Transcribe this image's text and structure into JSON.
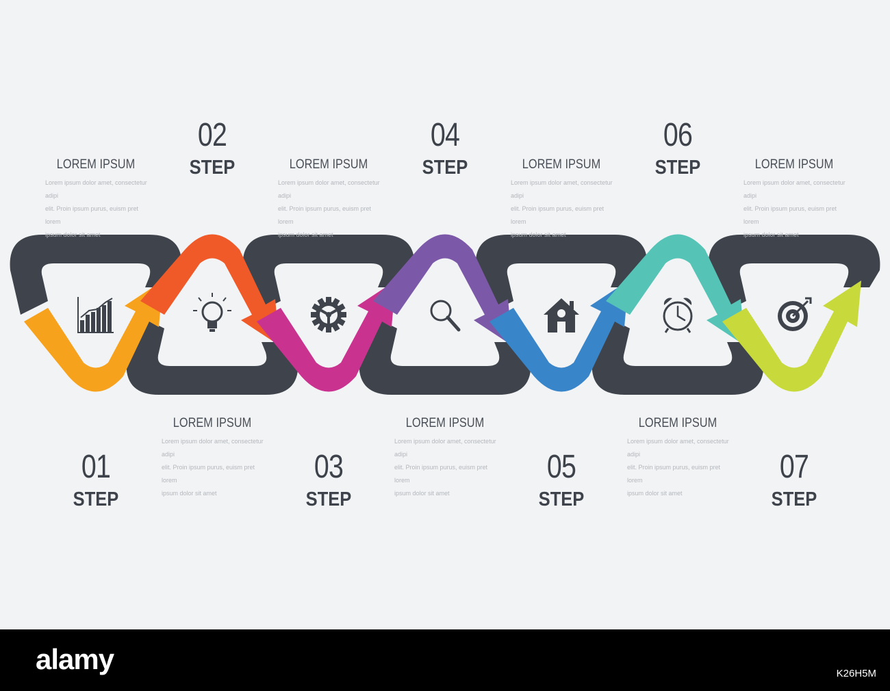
{
  "colors": {
    "background": "#f2f3f5",
    "chain": "#3f444c",
    "text_dark": "#3e434b",
    "text_light": "#b3b6bb"
  },
  "steps": [
    {
      "number": "01",
      "label": "STEP",
      "title": "LOREM IPSUM",
      "desc": [
        "Lorem ipsum dolor amet, consectetur adipi",
        "elit. Proin ipsum purus, euism pret lorem",
        "ipsum dolor sit amet"
      ],
      "color": "#f7a21c",
      "icon": "bar-chart-icon"
    },
    {
      "number": "02",
      "label": "STEP",
      "title": "LOREM IPSUM",
      "desc": [
        "Lorem ipsum dolor amet, consectetur adipi",
        "elit. Proin ipsum purus, euism pret lorem",
        "ipsum dolor sit amet"
      ],
      "color": "#f05a28",
      "icon": "lightbulb-icon"
    },
    {
      "number": "03",
      "label": "STEP",
      "title": "LOREM IPSUM",
      "desc": [
        "Lorem ipsum dolor amet, consectetur adipi",
        "elit. Proin ipsum purus, euism pret lorem",
        "ipsum dolor sit amet"
      ],
      "color": "#c9338f",
      "icon": "gear-icon"
    },
    {
      "number": "04",
      "label": "STEP",
      "title": "LOREM IPSUM",
      "desc": [
        "Lorem ipsum dolor amet, consectetur adipi",
        "elit. Proin ipsum purus, euism pret lorem",
        "ipsum dolor sit amet"
      ],
      "color": "#7b58a8",
      "icon": "magnifier-icon"
    },
    {
      "number": "05",
      "label": "STEP",
      "title": "LOREM IPSUM",
      "desc": [
        "Lorem ipsum dolor amet, consectetur adipi",
        "elit. Proin ipsum purus, euism pret lorem",
        "ipsum dolor sit amet"
      ],
      "color": "#3985c9",
      "icon": "house-icon"
    },
    {
      "number": "06",
      "label": "STEP",
      "title": "LOREM IPSUM",
      "desc": [
        "Lorem ipsum dolor amet, consectetur adipi",
        "elit. Proin ipsum purus, euism pret lorem",
        "ipsum dolor sit amet"
      ],
      "color": "#55c4b7",
      "icon": "alarm-clock-icon"
    },
    {
      "number": "07",
      "label": "STEP",
      "title": "LOREM IPSUM",
      "desc": [
        "Lorem ipsum dolor amet, consectetur adipi",
        "elit. Proin ipsum purus, euism pret lorem",
        "ipsum dolor sit amet"
      ],
      "color": "#c8d93c",
      "icon": "target-icon"
    }
  ],
  "watermark": "alamy",
  "footer": {
    "logo": "alamy",
    "image_id": "K26H5M"
  }
}
